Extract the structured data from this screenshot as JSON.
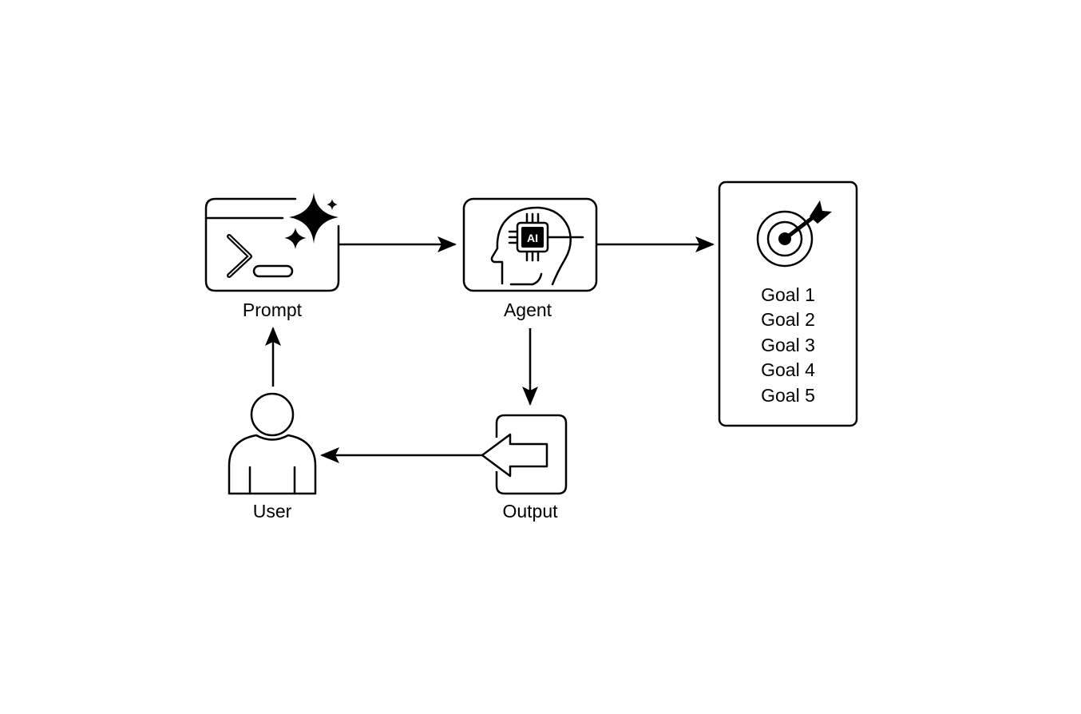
{
  "nodes": {
    "prompt": {
      "label": "Prompt",
      "icon": "terminal-sparkle-icon"
    },
    "agent": {
      "label": "Agent",
      "icon": "ai-head-icon",
      "chip_text": "AI"
    },
    "output": {
      "label": "Output",
      "icon": "output-arrow-icon"
    },
    "user": {
      "label": "User",
      "icon": "user-icon"
    },
    "goals": {
      "icon": "target-dart-icon",
      "items": [
        "Goal 1",
        "Goal 2",
        "Goal 3",
        "Goal 4",
        "Goal 5"
      ]
    }
  },
  "colors": {
    "stroke": "#000000",
    "background": "#ffffff"
  }
}
